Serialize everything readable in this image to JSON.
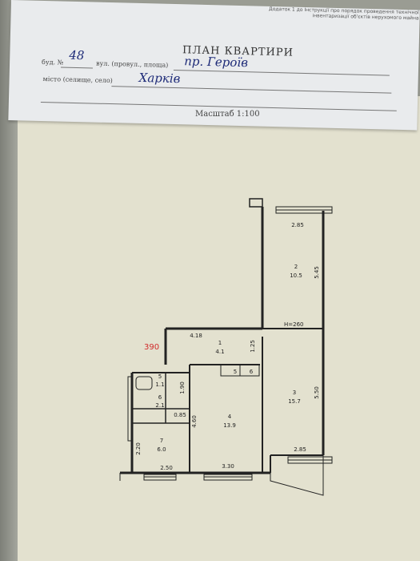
{
  "header": {
    "note_line1": "Додаток 1 до Інструкції про порядок проведення технічної",
    "note_line2": "інвентаризації об'єктів нерухомого майна",
    "title": "ПЛАН КВАРТИРИ",
    "building_label": "буд. №",
    "building_number": "48",
    "street_label": "вул. (провул., площа)",
    "street_value": "пр. Героїв",
    "city_label": "місто (селище, село)",
    "city_value": "Харків",
    "scale": "Масштаб 1:100"
  },
  "plan": {
    "rooms": [
      {
        "number": "1",
        "area": "4.1"
      },
      {
        "number": "2",
        "area": "10.5"
      },
      {
        "number": "3",
        "area": "15.7"
      },
      {
        "number": "4",
        "area": "13.9"
      },
      {
        "number": "5",
        "area": "1.1"
      },
      {
        "number": "6",
        "area": "2.1"
      },
      {
        "number": "7",
        "area": "6.0"
      }
    ],
    "dimensions": {
      "balcony_width": "2.85",
      "room2_length": "5.45",
      "ceiling_height": "H=260",
      "hall_width": "4.18",
      "hall_depth": "1.25",
      "room3_length": "5.50",
      "room3_width": "2.85",
      "room4_length": "4.60",
      "room4_width": "3.30",
      "room7_width": "2.50",
      "room7_length": "2.20",
      "wc_length": "1.90",
      "bath_depth": "0.85",
      "closet_5": "5",
      "closet_6": "6"
    },
    "total_area_mark": "390"
  }
}
